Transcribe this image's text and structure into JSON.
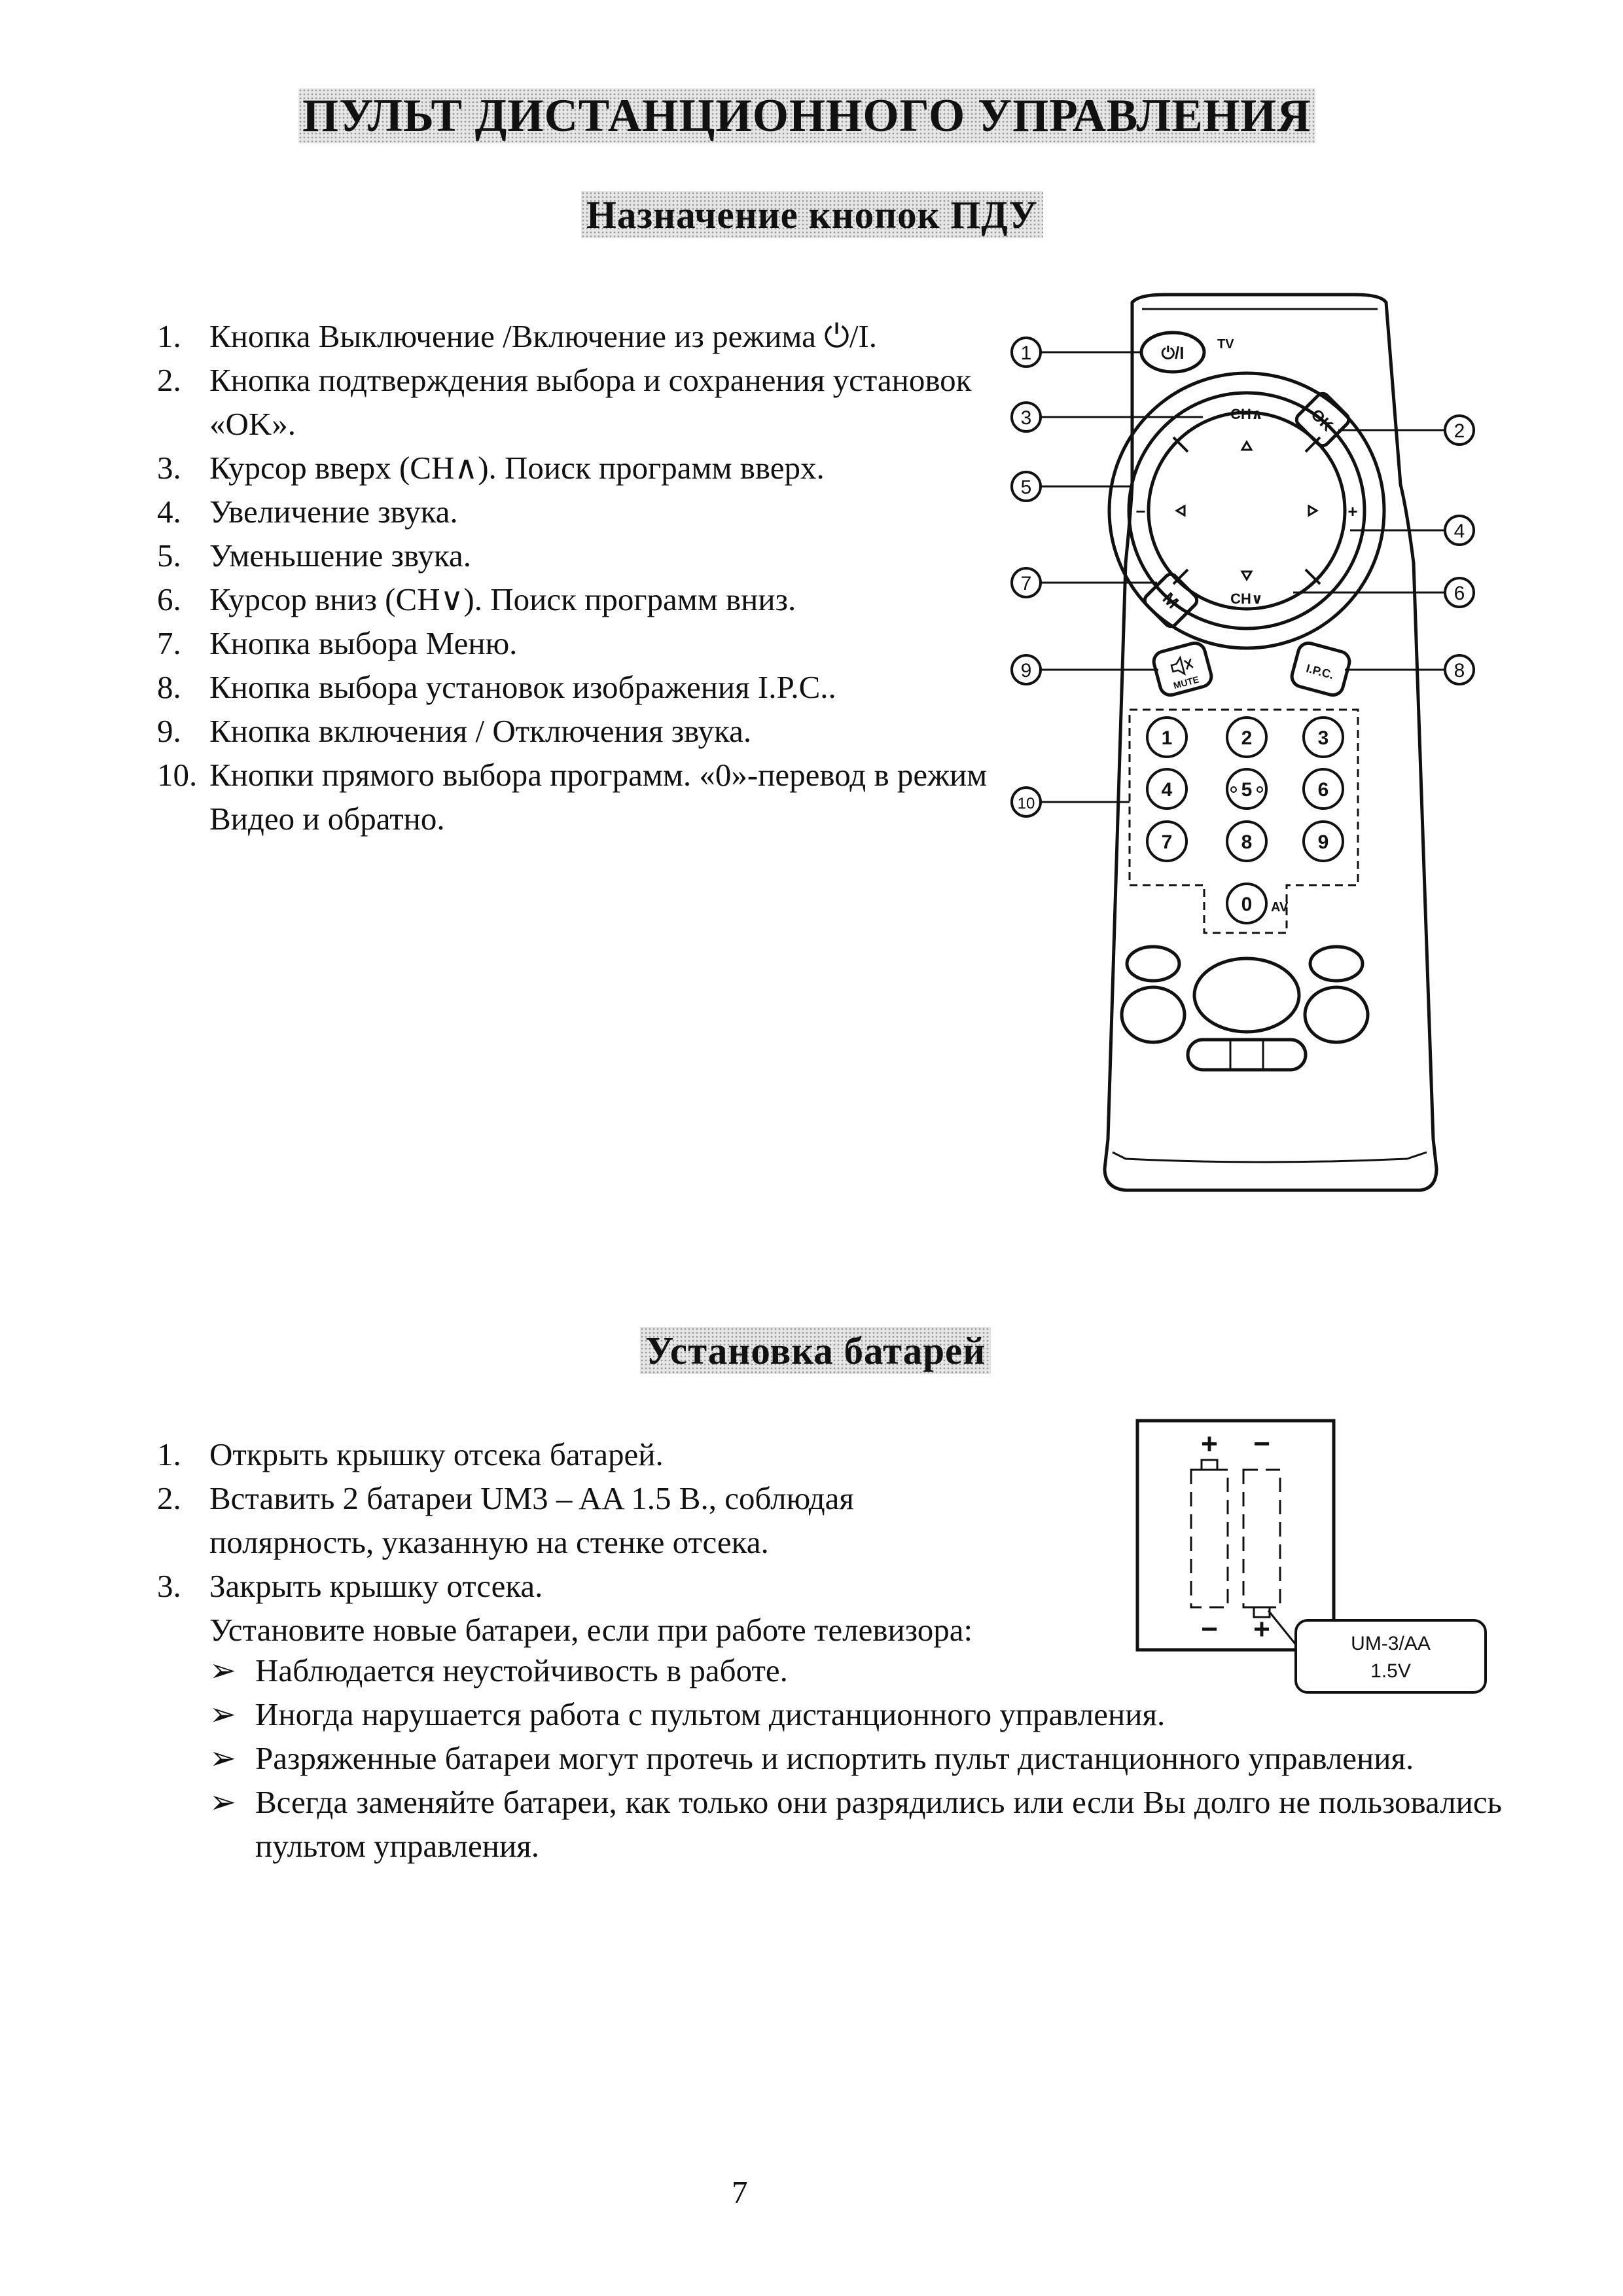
{
  "page_title": "ПУЛЬТ ДИСТАНЦИОННОГО УПРАВЛЕНИЯ",
  "section1": {
    "title": "Назначение кнопок ПДУ",
    "items": [
      {
        "num": "1.",
        "text": "Кнопка Выключение /Включение из режима ⏻/I."
      },
      {
        "num": "2.",
        "text": "Кнопка подтверждения выбора и сохранения установок «OK»."
      },
      {
        "num": "3.",
        "text": "Курсор вверх (CH∧). Поиск программ вверх."
      },
      {
        "num": "4.",
        "text": "Увеличение звука."
      },
      {
        "num": "5.",
        "text": "Уменьшение звука."
      },
      {
        "num": "6.",
        "text": "Курсор вниз (CH∨). Поиск программ вниз."
      },
      {
        "num": "7.",
        "text": "Кнопка выбора Меню."
      },
      {
        "num": "8.",
        "text": "Кнопка выбора установок изображения I.P.C.."
      },
      {
        "num": "9.",
        "text": "Кнопка включения / Отключения звука."
      },
      {
        "num": "10.",
        "text": "Кнопки прямого выбора программ. «0»-перевод в режим Видео и обратно."
      }
    ]
  },
  "remote": {
    "power_label": "⏻/I",
    "tv_label": "TV",
    "ch_up_label": "CH∧",
    "ch_down_label": "CH∨",
    "ok_label": "OK",
    "menu_label": "M",
    "minus_label": "−",
    "plus_label": "+",
    "mute_label": "MUTE",
    "ipc_label": "I.P.C.",
    "keys": [
      "1",
      "2",
      "3",
      "4",
      "5",
      "6",
      "7",
      "8",
      "9",
      "0"
    ],
    "av_label": "AV",
    "callouts": [
      "1",
      "2",
      "3",
      "4",
      "5",
      "6",
      "7",
      "8",
      "9",
      "10"
    ]
  },
  "section2": {
    "title": "Установка батарей",
    "steps": [
      {
        "num": "1.",
        "text": "Открыть крышку отсека батарей."
      },
      {
        "num": "2.",
        "text": "Вставить 2 батареи UM3 – AA 1.5 B., соблюдая полярность, указанную на стенке отсека."
      },
      {
        "num": "3.",
        "text": "Закрыть крышку отсека."
      }
    ],
    "note": "Установите новые батареи, если при работе телевизора:",
    "bullets": [
      "Наблюдается неустойчивость в работе.",
      "Иногда нарушается работа с пультом дистанционного управления.",
      "Разряженные батареи могут протечь и испортить пульт дистанционного управления.",
      "Всегда заменяйте батареи, как только они разрядились или  если Вы долго не пользовались пультом управления."
    ],
    "battery_label_line1": "UM-3/AA",
    "battery_label_line2": "1.5V",
    "polarity_plus": "+",
    "polarity_minus": "−"
  },
  "page_number": "7"
}
